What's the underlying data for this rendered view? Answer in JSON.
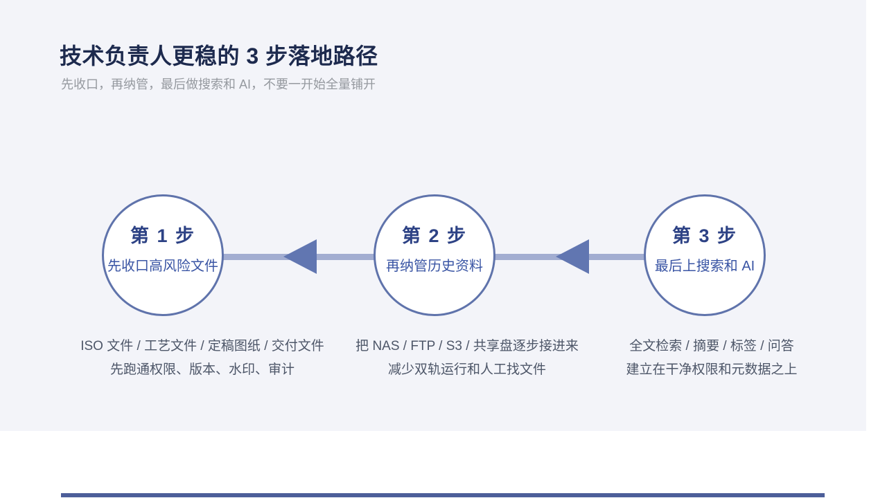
{
  "slide": {
    "title": "技术负责人更稳的 3 步落地路径",
    "subtitle": "先收口，再纳管，最后做搜索和 AI，不要一开始全量铺开"
  },
  "steps": [
    {
      "label": "第 1 步",
      "name": "先收口高风险文件",
      "desc_line1": "ISO 文件 / 工艺文件 / 定稿图纸 / 交付文件",
      "desc_line2": "先跑通权限、版本、水印、审计"
    },
    {
      "label": "第 2 步",
      "name": "再纳管历史资料",
      "desc_line1": "把 NAS / FTP / S3 / 共享盘逐步接进来",
      "desc_line2": "减少双轨运行和人工找文件"
    },
    {
      "label": "第 3 步",
      "name": "最后上搜索和 AI",
      "desc_line1": "全文检索 / 摘要 / 标签 / 问答",
      "desc_line2": "建立在干净权限和元数据之上"
    }
  ],
  "colors": {
    "slide_background": "#f3f4f9",
    "page_background": "#ffffff",
    "title_text": "#1d2a4e",
    "subtitle_text": "#95999f",
    "circle_border": "#5f73ab",
    "step_label_text": "#2d4285",
    "step_name_text": "#3a55a4",
    "connector_line": "#a2add1",
    "arrow": "#6176b1",
    "description_text": "#4d5668",
    "bottom_bar": "#4c5e99"
  }
}
